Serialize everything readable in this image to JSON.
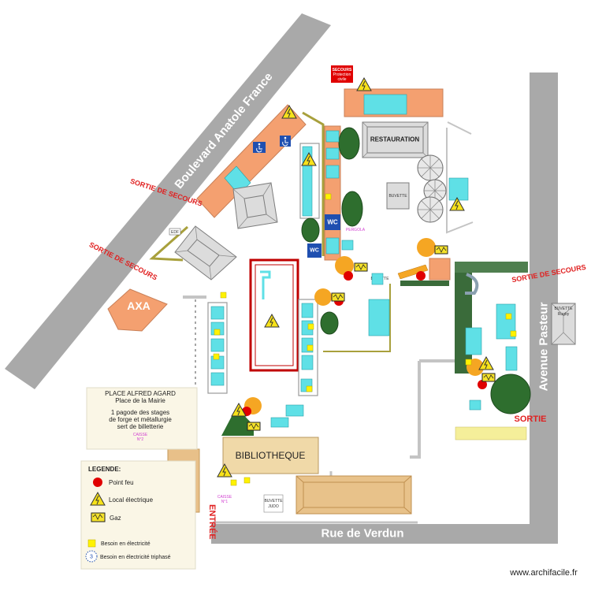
{
  "streets": {
    "boulevard": "Boulevard Anatole France",
    "avenue": "Avenue Pasteur",
    "rue": "Rue de Verdun"
  },
  "exits": {
    "emergency_1": "SORTIE DE SECOURS",
    "emergency_2": "SORTIE DE SECOURS",
    "emergency_3": "SORTIE DE SECOURS",
    "exit": "SORTIE",
    "entrance": "ENTRÉE"
  },
  "buildings": {
    "secours": [
      "SECOURS",
      "Protection",
      "civile"
    ],
    "restauration": "RESTAURATION",
    "buvette": "BUVETTE",
    "buvette_small": "BUVETTE",
    "buvette_rugby": [
      "BUVETTE",
      "Rugby"
    ],
    "buvette_judo": [
      "BUVETTE",
      "JUDO"
    ],
    "wc_1": "WC",
    "wc_2": "WC",
    "axa": "AXA",
    "bibliotheque": "BIBLIOTHEQUE",
    "edf": "EDF",
    "pergola": "PERGOLA",
    "caisse_1": [
      "CAISSE",
      "N°1"
    ]
  },
  "place": {
    "title": "PLACE ALFRED AGARD",
    "subtitle": "Place de la Mairie",
    "lines": [
      "1 pagode des stages",
      "de forge et métallurgie",
      "sert  de billetterie"
    ],
    "caisse": [
      "CAISSE",
      "N°2"
    ]
  },
  "legend": {
    "title": "LEGENDE:",
    "fire_point": "Point feu",
    "electrical_room": "Local électrique",
    "gas": "Gaz",
    "power_need": "Besoin en électricité",
    "three_phase_need": "Besoin en électricité triphasé",
    "three_phase_symbol": "3"
  },
  "credit": "www.archifacile.fr",
  "icons": {
    "fire_point": "red-circle",
    "electrical_room": "warning-lightning-triangle",
    "gas": "gas-tank",
    "power_need": "yellow-square",
    "three_phase": "dotted-circle",
    "accessibility": "wheelchair-icon"
  },
  "colors": {
    "street": "#a9a9a9",
    "building": "#f4a070",
    "stand": "#5fe0e6",
    "fire": "#e00000",
    "electrical": "#f7e21a",
    "exit_text": "#e02020",
    "vegetation": "#2e6e2e"
  }
}
